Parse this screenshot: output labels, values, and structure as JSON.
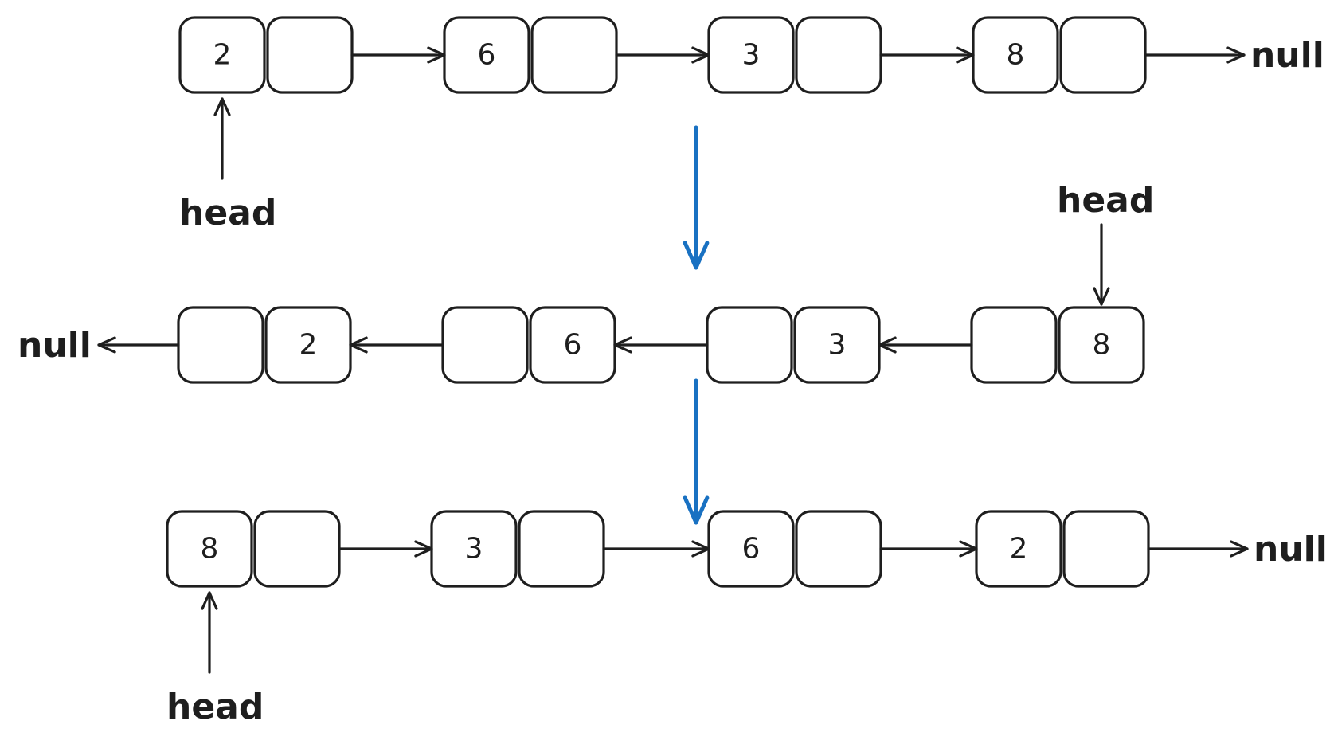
{
  "lists": [
    {
      "direction": "forward",
      "nodes": [
        "2",
        "6",
        "3",
        "8"
      ],
      "null_label": "null",
      "head_label": "head",
      "head_at": 0
    },
    {
      "direction": "reversed",
      "nodes": [
        "2",
        "6",
        "3",
        "8"
      ],
      "null_label": "null",
      "head_label": "head",
      "head_at": 3
    },
    {
      "direction": "forward",
      "nodes": [
        "8",
        "3",
        "6",
        "2"
      ],
      "null_label": "null",
      "head_label": "head",
      "head_at": 0
    }
  ],
  "colors": {
    "stroke": "#1e1e1e",
    "step_arrow": "#1971c2"
  }
}
